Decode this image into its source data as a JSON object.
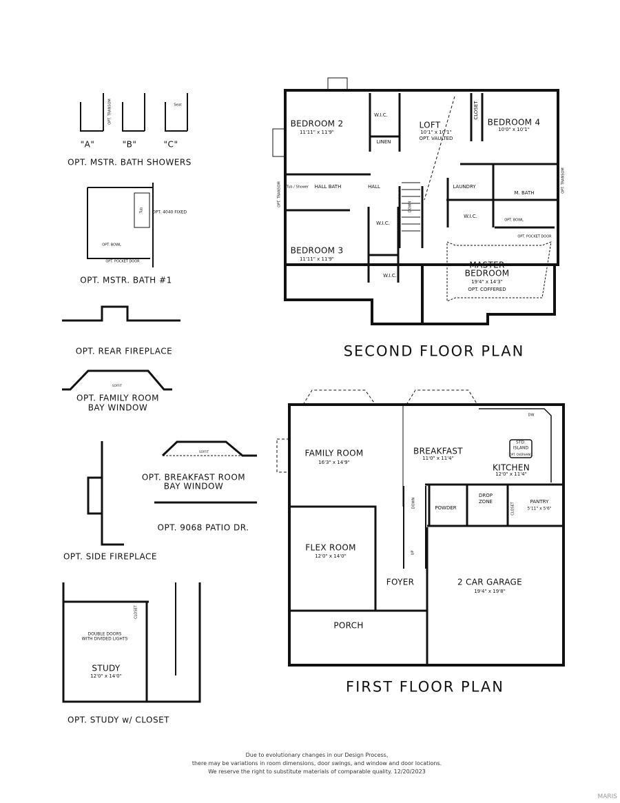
{
  "second_floor": {
    "title": "SECOND FLOOR PLAN",
    "rooms": {
      "bedroom2": {
        "name": "BEDROOM 2",
        "dims": "11'11\" x 11'9\""
      },
      "loft": {
        "name": "LOFT",
        "dims": "10'1\" x 10'1\"",
        "note": "OPT. VAULTED"
      },
      "bedroom4": {
        "name": "BEDROOM 4",
        "dims": "10'0\" x 10'1\""
      },
      "bedroom3": {
        "name": "BEDROOM 3",
        "dims": "11'11\" x 11'9\""
      },
      "master": {
        "name1": "MASTER",
        "name2": "BEDROOM",
        "dims": "19'4\" x 14'3\"",
        "note": "OPT. COFFERED"
      }
    },
    "labels": {
      "wic": "W.I.C.",
      "linen": "LINEN",
      "closet": "CLOSET",
      "hall_bath": "HALL BATH",
      "hall": "HALL",
      "laundry": "LAUNDRY",
      "m_bath": "M. BATH",
      "tub_shower": "Tub / Shower",
      "opt_transom": "OPT. TRANSOM",
      "opt_bowl": "OPT. BOWL",
      "opt_pocket_door": "OPT. POCKET DOOR",
      "down": "DOWN"
    }
  },
  "first_floor": {
    "title": "FIRST FLOOR PLAN",
    "rooms": {
      "family": {
        "name": "FAMILY ROOM",
        "dims": "16'3\" x 14'9\""
      },
      "breakfast": {
        "name": "BREAKFAST",
        "dims": "11'0\" x 11'4\""
      },
      "kitchen": {
        "name": "KITCHEN",
        "dims": "12'0\" x 11'4\""
      },
      "island": {
        "line1": "STD.",
        "line2": "ISLAND",
        "note": "OPT. OVERHANG"
      },
      "powder": {
        "name": "POWDER"
      },
      "drop_zone": {
        "line1": "DROP",
        "line2": "ZONE"
      },
      "pantry": {
        "name": "PANTRY",
        "dims": "5'11\" x 5'6\""
      },
      "flex": {
        "name": "FLEX ROOM",
        "dims": "12'0\" x 14'0\""
      },
      "foyer": {
        "name": "FOYER"
      },
      "garage": {
        "name": "2 CAR GARAGE",
        "dims": "19'4\" x 19'8\""
      },
      "porch": {
        "name": "PORCH"
      }
    },
    "labels": {
      "dw": "DW",
      "closet": "CLOSET",
      "down": "DOWN",
      "up": "UP"
    }
  },
  "options": {
    "showers": {
      "a": "\"A\"",
      "b": "\"B\"",
      "c": "\"C\"",
      "caption": "OPT. MSTR. BATH SHOWERS",
      "seat": "Seat",
      "transom": "OPT. TRANSOM"
    },
    "bath1": {
      "caption": "OPT. MSTR. BATH #1",
      "fixed": "OPT. 4040 FIXED",
      "bowl": "OPT. BOWL",
      "pocket": "OPT. POCKET DOOR",
      "tub": "Tub"
    },
    "rear_fireplace": {
      "caption": "OPT. REAR FIREPLACE"
    },
    "family_bay": {
      "line1": "OPT. FAMILY ROOM",
      "line2": "BAY WINDOW",
      "soffit": "SOFFIT"
    },
    "side_fireplace": {
      "caption": "OPT. SIDE FIREPLACE"
    },
    "breakfast_bay": {
      "line1": "OPT. BREAKFAST ROOM",
      "line2": "BAY WINDOW",
      "soffit": "SOFFIT"
    },
    "patio": {
      "caption": "OPT. 9068 PATIO DR."
    },
    "study": {
      "caption": "OPT. STUDY w/ CLOSET",
      "name": "STUDY",
      "dims": "12'0\" x 14'0\"",
      "doors1": "DOUBLE DOORS",
      "doors2": "WITH DIVIDED LIGHTS",
      "closet": "CLOSET"
    }
  },
  "footer": {
    "line1": "Due to evolutionary changes in our Design Process,",
    "line2": "there may be variations in room dimensions, door swings, and window and door locations.",
    "line3": "We reserve the right to substitute materials of comparable quality. 12/20/2023"
  },
  "watermark": "MARIS"
}
